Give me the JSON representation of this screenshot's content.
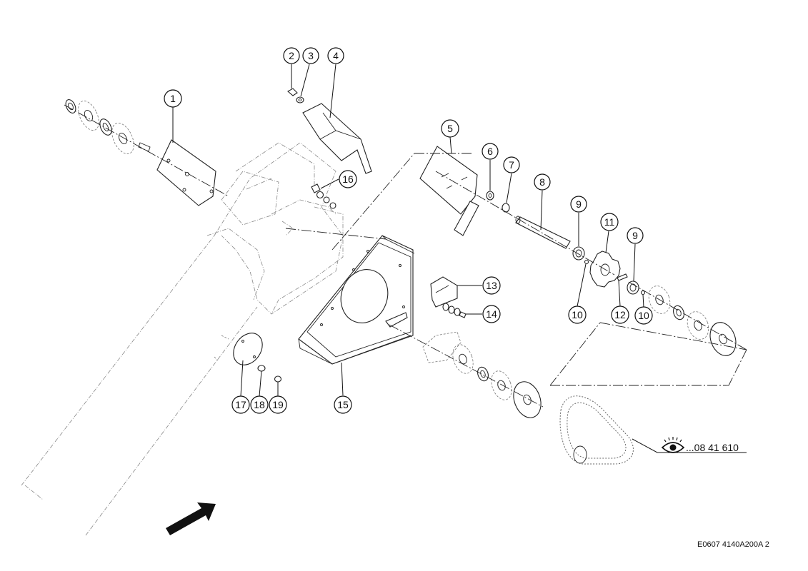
{
  "drawing": {
    "drawing_number": "E0607 4140A200A 2",
    "reference": "...08 41 610",
    "reference_icon": "eye-icon",
    "direction_icon": "arrow-icon"
  },
  "callouts": [
    {
      "id": "1",
      "label": "1"
    },
    {
      "id": "2",
      "label": "2"
    },
    {
      "id": "3",
      "label": "3"
    },
    {
      "id": "4",
      "label": "4"
    },
    {
      "id": "5",
      "label": "5"
    },
    {
      "id": "6",
      "label": "6"
    },
    {
      "id": "7",
      "label": "7"
    },
    {
      "id": "8",
      "label": "8"
    },
    {
      "id": "9a",
      "label": "9"
    },
    {
      "id": "9b",
      "label": "9"
    },
    {
      "id": "10a",
      "label": "10"
    },
    {
      "id": "10b",
      "label": "10"
    },
    {
      "id": "11",
      "label": "11"
    },
    {
      "id": "12",
      "label": "12"
    },
    {
      "id": "13",
      "label": "13"
    },
    {
      "id": "14",
      "label": "14"
    },
    {
      "id": "15",
      "label": "15"
    },
    {
      "id": "16",
      "label": "16"
    },
    {
      "id": "17",
      "label": "17"
    },
    {
      "id": "18",
      "label": "18"
    },
    {
      "id": "19",
      "label": "19"
    }
  ]
}
